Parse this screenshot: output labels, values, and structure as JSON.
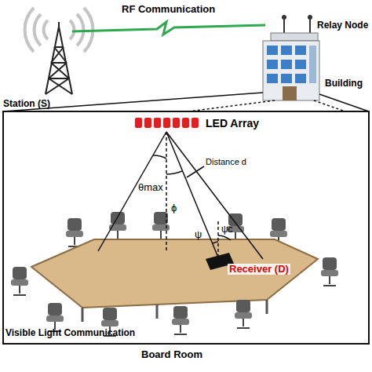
{
  "diagram": {
    "labels": [
      "RF Communication",
      "Station (S)",
      "Relay Node",
      "Building",
      "LED Array",
      "θmax",
      "ϕ",
      "Distance d",
      "ψ",
      "ψc",
      "Receiver (D)",
      "Visible Light Communication",
      "Board Room"
    ]
  }
}
